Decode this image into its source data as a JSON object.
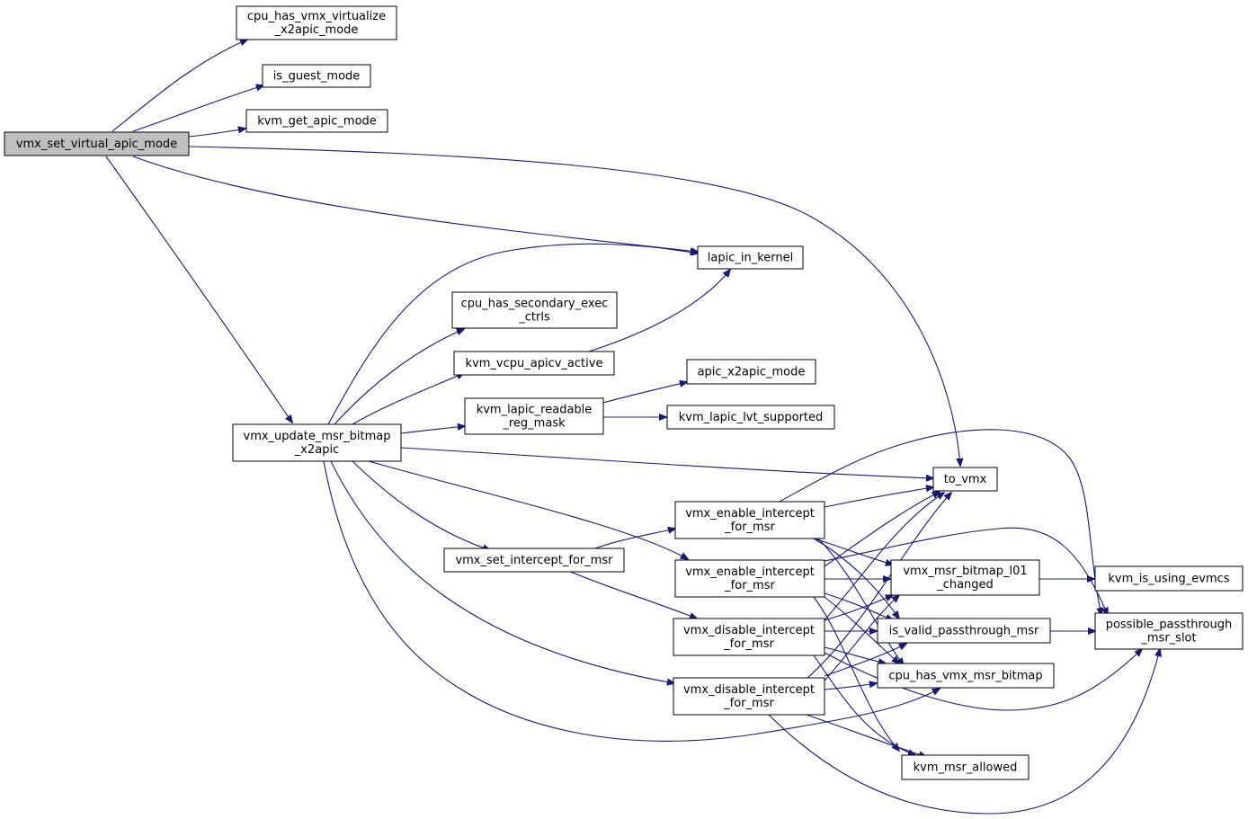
{
  "colors": {
    "edge": "#191970",
    "root_fill": "#bfbfbf",
    "node_fill": "#ffffff",
    "node_border": "#000000"
  },
  "nodes": [
    {
      "id": "vmx_set_virtual_apic_mode",
      "lines": [
        "vmx_set_virtual_apic_mode"
      ],
      "root": true
    },
    {
      "id": "cpu_has_vmx_virtualize_x2apic_mode",
      "lines": [
        "cpu_has_vmx_virtualize",
        "_x2apic_mode"
      ]
    },
    {
      "id": "is_guest_mode",
      "lines": [
        "is_guest_mode"
      ]
    },
    {
      "id": "kvm_get_apic_mode",
      "lines": [
        "kvm_get_apic_mode"
      ]
    },
    {
      "id": "lapic_in_kernel",
      "lines": [
        "lapic_in_kernel"
      ]
    },
    {
      "id": "cpu_has_secondary_exec_ctrls",
      "lines": [
        "cpu_has_secondary_exec",
        "_ctrls"
      ]
    },
    {
      "id": "kvm_vcpu_apicv_active",
      "lines": [
        "kvm_vcpu_apicv_active"
      ]
    },
    {
      "id": "apic_x2apic_mode",
      "lines": [
        "apic_x2apic_mode"
      ]
    },
    {
      "id": "kvm_lapic_readable_reg_mask",
      "lines": [
        "kvm_lapic_readable",
        "_reg_mask"
      ]
    },
    {
      "id": "kvm_lapic_lvt_supported",
      "lines": [
        "kvm_lapic_lvt_supported"
      ]
    },
    {
      "id": "vmx_update_msr_bitmap_x2apic",
      "lines": [
        "vmx_update_msr_bitmap",
        "_x2apic"
      ]
    },
    {
      "id": "to_vmx",
      "lines": [
        "to_vmx"
      ]
    },
    {
      "id": "vmx_enable_intercept_for_msr_1",
      "lines": [
        "vmx_enable_intercept",
        "_for_msr"
      ]
    },
    {
      "id": "vmx_set_intercept_for_msr",
      "lines": [
        "vmx_set_intercept_for_msr"
      ]
    },
    {
      "id": "vmx_enable_intercept_for_msr_2",
      "lines": [
        "vmx_enable_intercept",
        "_for_msr"
      ]
    },
    {
      "id": "vmx_msr_bitmap_l01_changed",
      "lines": [
        "vmx_msr_bitmap_l01",
        "_changed"
      ]
    },
    {
      "id": "kvm_is_using_evmcs",
      "lines": [
        "kvm_is_using_evmcs"
      ]
    },
    {
      "id": "vmx_disable_intercept_for_msr_1",
      "lines": [
        "vmx_disable_intercept",
        "_for_msr"
      ]
    },
    {
      "id": "is_valid_passthrough_msr",
      "lines": [
        "is_valid_passthrough_msr"
      ]
    },
    {
      "id": "possible_passthrough_msr_slot",
      "lines": [
        "possible_passthrough",
        "_msr_slot"
      ]
    },
    {
      "id": "vmx_disable_intercept_for_msr_2",
      "lines": [
        "vmx_disable_intercept",
        "_for_msr"
      ]
    },
    {
      "id": "cpu_has_vmx_msr_bitmap",
      "lines": [
        "cpu_has_vmx_msr_bitmap"
      ]
    },
    {
      "id": "kvm_msr_allowed",
      "lines": [
        "kvm_msr_allowed"
      ]
    }
  ]
}
